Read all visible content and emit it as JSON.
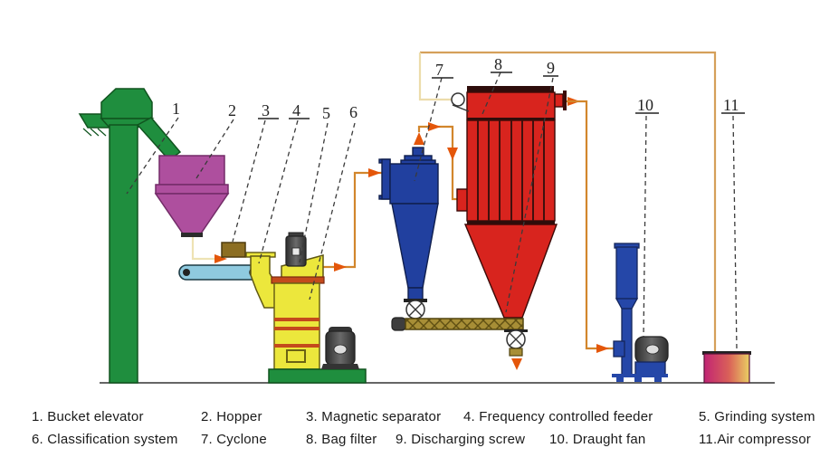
{
  "callouts": {
    "c1": "1",
    "c2": "2",
    "c3": "3",
    "c4": "4",
    "c5": "5",
    "c6": "6",
    "c7": "7",
    "c8": "8",
    "c9": "9",
    "c10": "10",
    "c11": "11"
  },
  "legend": {
    "row1": [
      {
        "text": "1. Bucket elevator"
      },
      {
        "text": "2. Hopper"
      },
      {
        "text": "3. Magnetic separator"
      },
      {
        "text": "4. Frequency controlled feeder"
      },
      {
        "text": "5. Grinding system"
      }
    ],
    "row2": [
      {
        "text": "6. Classification system"
      },
      {
        "text": "7. Cyclone"
      },
      {
        "text": "8. Bag filter"
      },
      {
        "text": "9. Discharging screw"
      },
      {
        "text": "10. Draught fan"
      },
      {
        "text": "11.Air compressor"
      }
    ]
  },
  "components": [
    "bucket-elevator",
    "hopper",
    "magnetic-separator",
    "frequency-controlled-feeder",
    "grinding-system",
    "classification-system",
    "cyclone",
    "bag-filter",
    "discharging-screw",
    "draught-fan",
    "air-compressor"
  ],
  "colors": {
    "elevator_green": "#1f8e3e",
    "hopper_purple": "#ae4f9e",
    "separator_brown": "#8c6e22",
    "conveyor_cyan": "#8fcadf",
    "mill_yellow": "#ece73c",
    "band_orange": "#c44a1c",
    "cyclone_blue": "#21409f",
    "bagfilter_red": "#d8241e",
    "screw_khaki": "#a78e36",
    "fan_blue": "#2547a8",
    "compressor_magenta": "#c12474",
    "compressor_yellow": "#e9cf63",
    "pipe_orange": "#d2862c",
    "pipe_pale": "#ecdcab",
    "arrow_orange": "#e4560a",
    "motor_gray": "#3d3d3d"
  }
}
